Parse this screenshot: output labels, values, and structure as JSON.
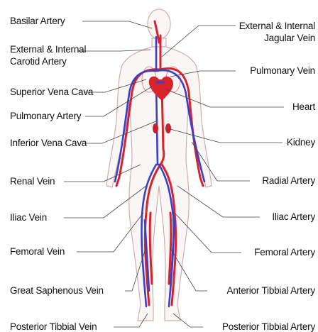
{
  "labels_left": [
    {
      "id": "basilar-artery",
      "text": "Basilar Artery"
    },
    {
      "id": "ext-int-carotid",
      "text": "External & Internal\nCarotid Artery"
    },
    {
      "id": "superior-vena-cava",
      "text": "Superior Vena Cava"
    },
    {
      "id": "pulmonary-artery",
      "text": "Pulmonary Artery"
    },
    {
      "id": "inferior-vena-cava",
      "text": "Inferior Vena Cava"
    },
    {
      "id": "renal-vein",
      "text": "Renal Vein"
    },
    {
      "id": "iliac-vein",
      "text": "Iliac Vein"
    },
    {
      "id": "femoral-vein",
      "text": "Femoral Vein"
    },
    {
      "id": "great-saphenous-vein",
      "text": "Great Saphenous Vein"
    },
    {
      "id": "posterior-tibbial-vein",
      "text": "Posterior Tibbial Vein"
    }
  ],
  "labels_right": [
    {
      "id": "ext-int-jugular",
      "text": "External & Internal\nJagular Vein"
    },
    {
      "id": "pulmonary-vein",
      "text": "Pulmonary  Vein"
    },
    {
      "id": "heart",
      "text": "Heart"
    },
    {
      "id": "kidney",
      "text": "Kidney"
    },
    {
      "id": "radial-artery",
      "text": "Radial Artery"
    },
    {
      "id": "iliac-artery",
      "text": "Iliac Artery"
    },
    {
      "id": "femoral-artery",
      "text": "Femoral Artery"
    },
    {
      "id": "anterior-tibbial-artery",
      "text": "Anterior Tibbial Artery"
    },
    {
      "id": "posterior-tibbial-artery",
      "text": "Posterior Tibbial Artery"
    }
  ],
  "colors": {
    "artery": "#d8232a",
    "vein": "#3a3fd0",
    "body_outline": "#c9a9a6",
    "leader": "#444444"
  }
}
